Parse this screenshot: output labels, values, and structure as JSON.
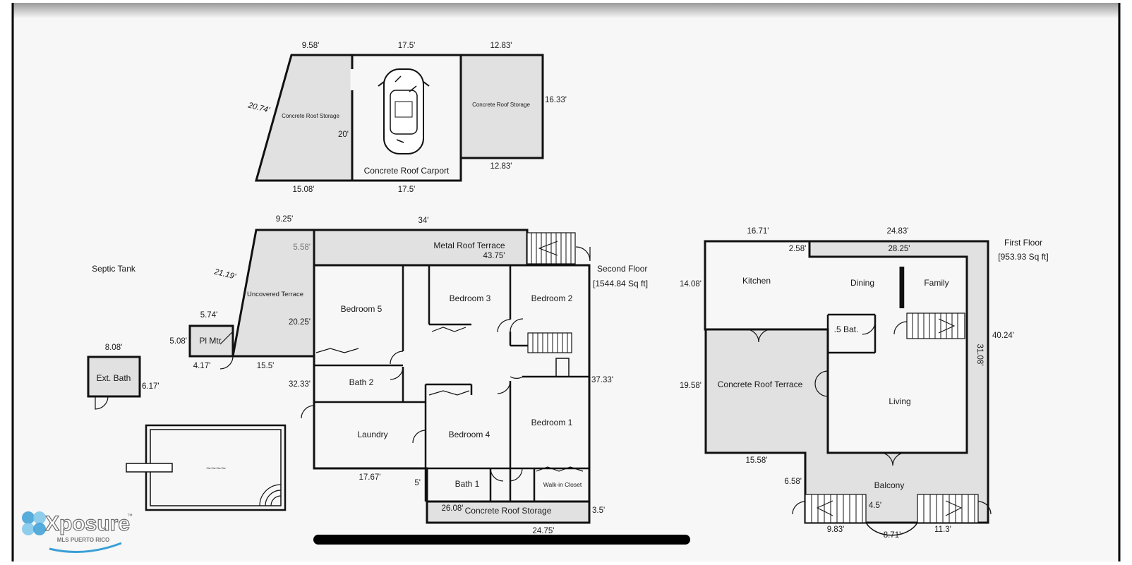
{
  "colors": {
    "background": "#f7f7f7",
    "wall": "#111111",
    "shaded_area": "#e1e1e1",
    "brand_blue": "#3a9fd6",
    "scrollbar": "#000000"
  },
  "carport": {
    "dims": {
      "top_left": "9.58'",
      "top_mid": "17.5'",
      "top_right": "12.83'",
      "left_slant": "20.74'",
      "inner": "20'",
      "right": "16.33'",
      "bottom_right": "12.83'",
      "bottom_left": "15.08'",
      "bottom_mid": "17.5'"
    },
    "labels": {
      "storage_left": "Concrete Roof Storage",
      "storage_right": "Concrete Roof Storage",
      "carport": "Concrete Roof Carport"
    }
  },
  "second_floor": {
    "title": "Second Floor",
    "area": "[1544.84 Sq ft]",
    "labels": {
      "metal_terrace": "Metal Roof Terrace",
      "uncovered_terrace": "Uncovered Terrace",
      "pl_mtr": "Pl Mtr",
      "bedroom5": "Bedroom 5",
      "bedroom3": "Bedroom 3",
      "bedroom2": "Bedroom 2",
      "bath2": "Bath 2",
      "laundry": "Laundry",
      "bedroom4": "Bedroom 4",
      "bedroom1": "Bedroom 1",
      "bath1": "Bath 1",
      "walkin": "Walk-in Closet",
      "storage": "Concrete Roof Storage"
    },
    "dims": {
      "top_left": "9.25'",
      "top": "34'",
      "terrace_inner": "5.58'",
      "terrace_len": "43.75'",
      "slant": "21.19'",
      "pl_top": "5.74'",
      "pl_left": "5.08'",
      "pl_bottom": "4.17'",
      "terrace_bottom": "15.5'",
      "terrace_right": "20.25'",
      "left": "32.33'",
      "right": "37.33'",
      "laundry_bottom": "17.67'",
      "step": "5'",
      "storage_len": "26.08'",
      "storage_h": "3.5'",
      "bottom": "24.75'"
    }
  },
  "outbuildings": {
    "septic": "Septic Tank",
    "ext_bath": "Ext. Bath",
    "ext_bath_w": "8.08'",
    "ext_bath_h": "6.17'",
    "pool_water": "~~~~"
  },
  "first_floor": {
    "title": "First Floor",
    "area": "[953.93 Sq ft]",
    "labels": {
      "kitchen": "Kitchen",
      "dining": "Dining",
      "family": "Family",
      "half_bath": ".5 Bat.",
      "terrace": "Concrete Roof Terrace",
      "living": "Living",
      "balcony": "Balcony"
    },
    "dims": {
      "top_left": "16.71'",
      "top_right": "24.83'",
      "inner_a": "2.58'",
      "inner_b": "28.25'",
      "left_top": "14.08'",
      "right_outer": "40.24'",
      "right_inner": "31.08'",
      "left_bottom": "19.58'",
      "terrace_bottom": "15.58'",
      "balcony_left": "6.58'",
      "stair_gap": "4.5'",
      "bottom_left": "9.83'",
      "bottom_mid": "8.71'",
      "bottom_right": "11.3'"
    }
  },
  "logo": {
    "brand": "Xposure",
    "tm": "™",
    "sub": "MLS PUERTO RICO"
  }
}
